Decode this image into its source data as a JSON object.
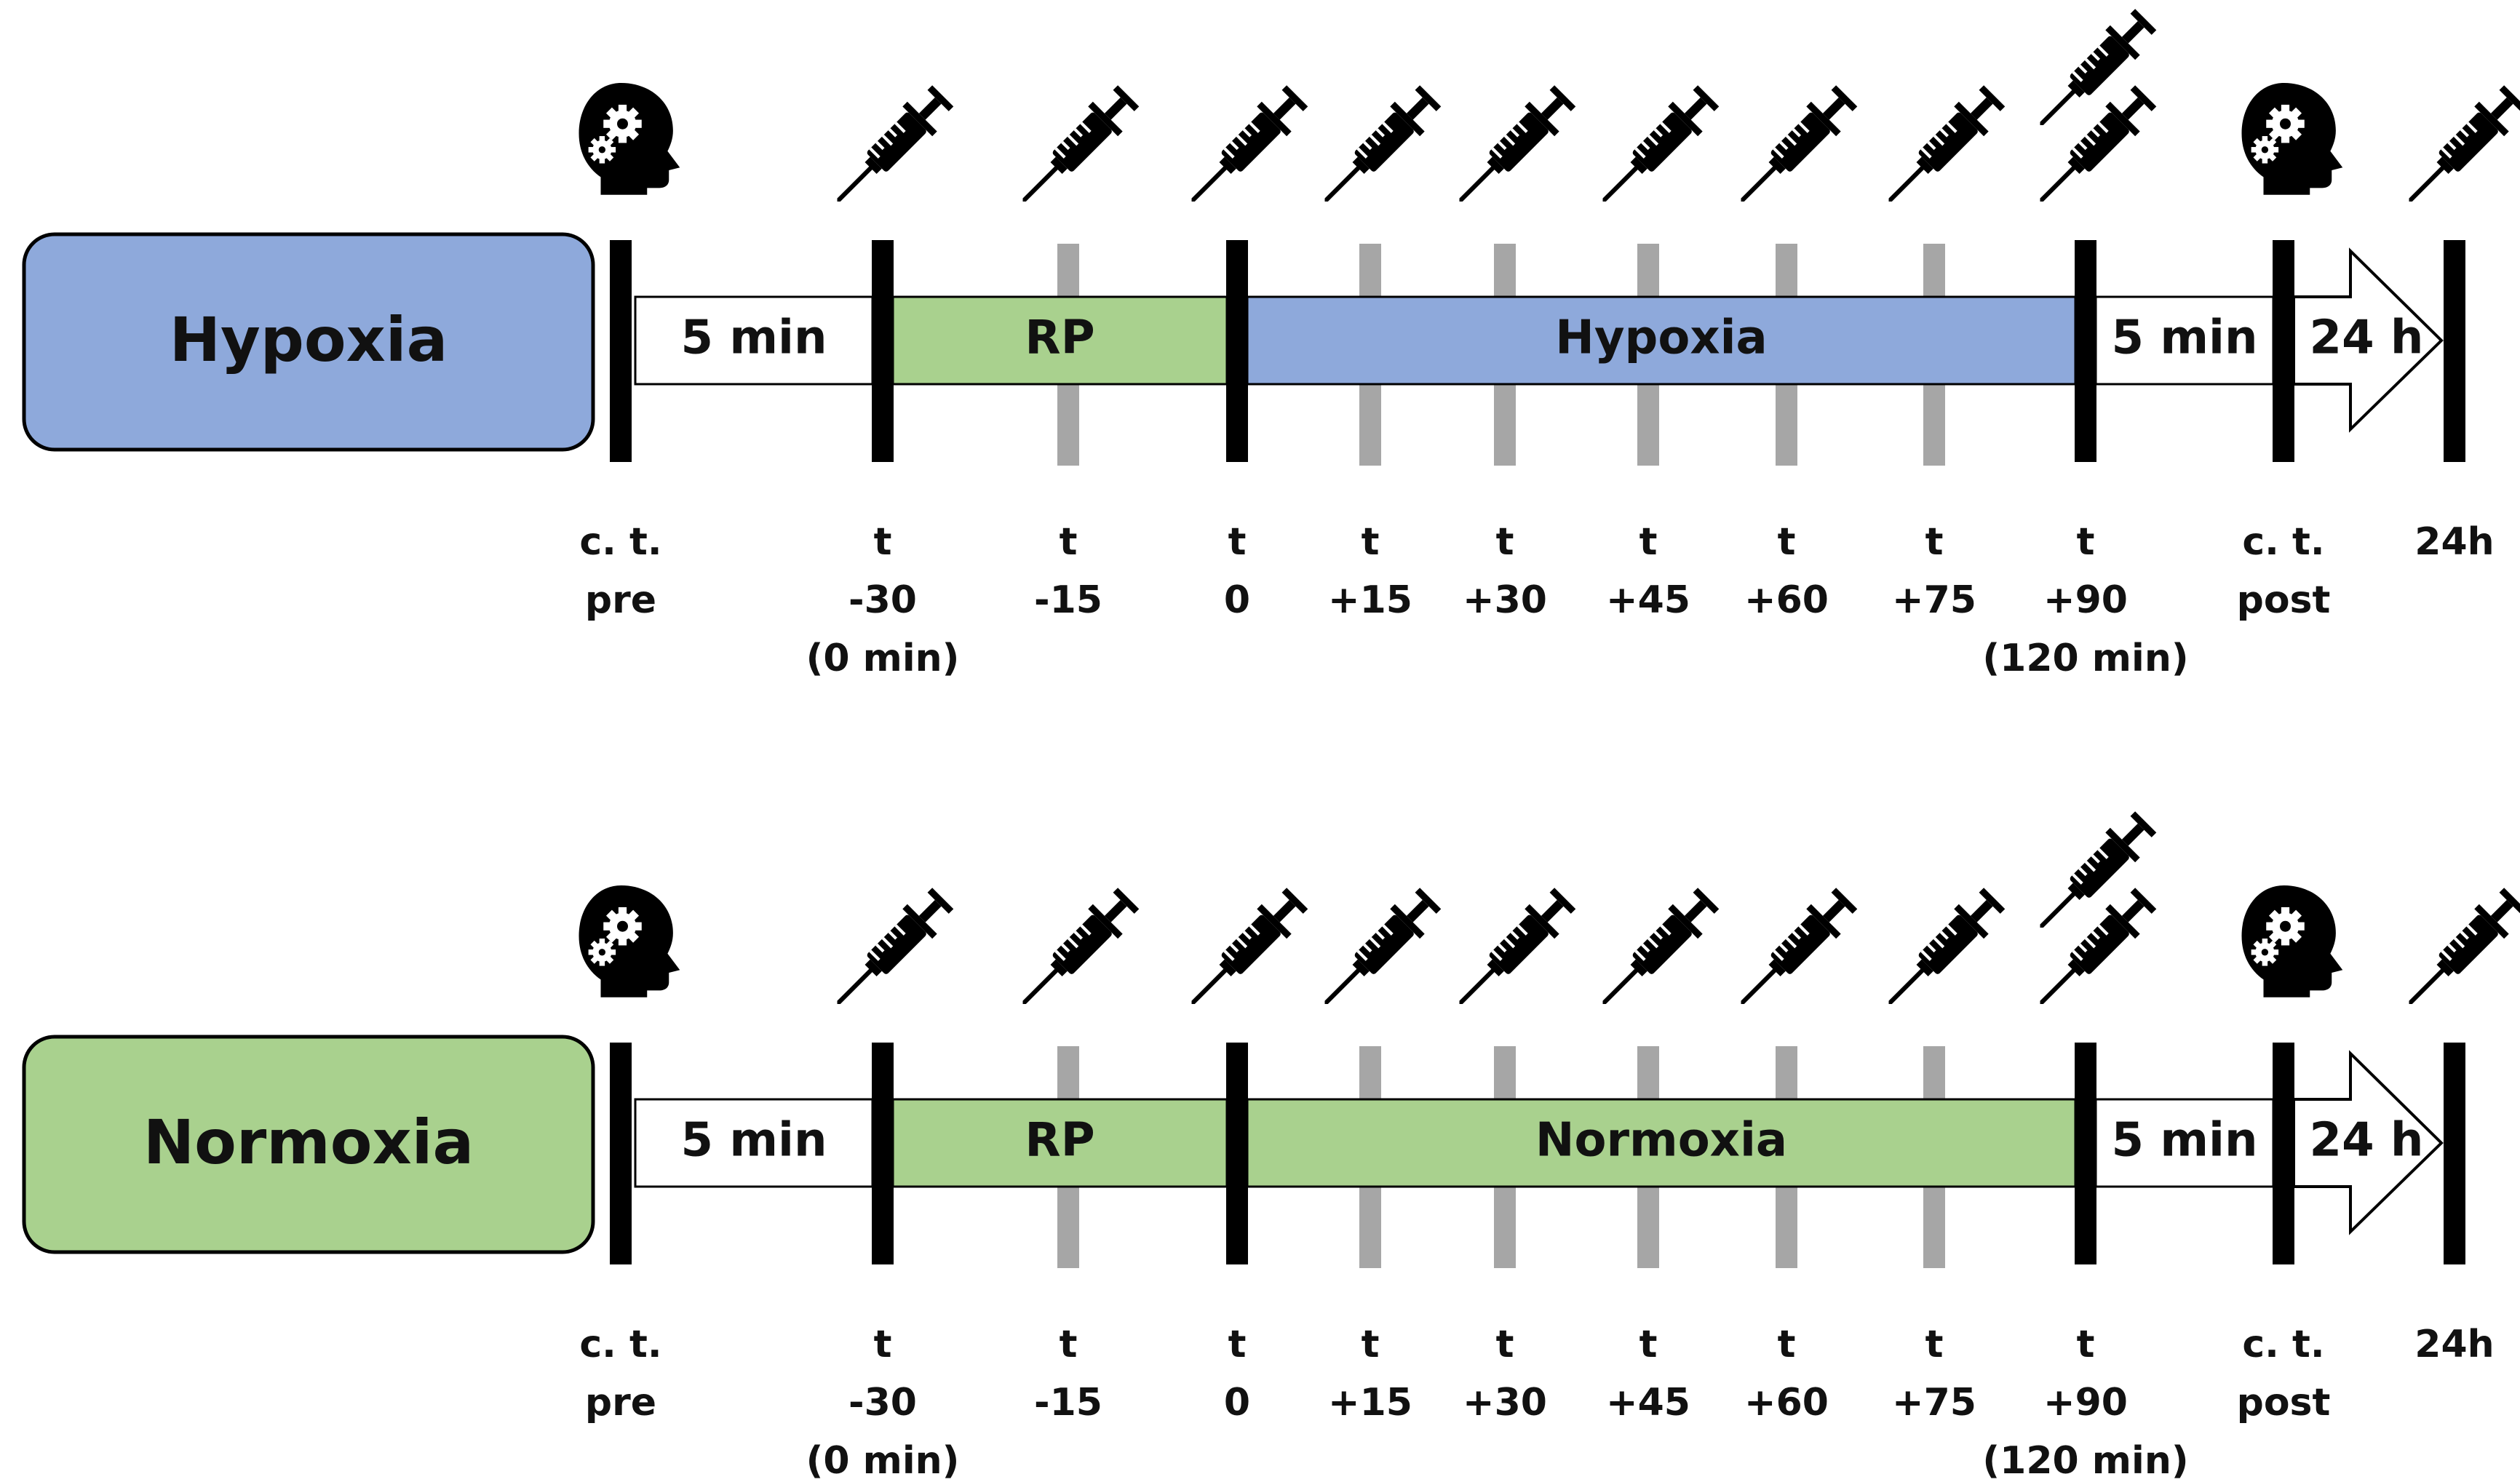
{
  "colors": {
    "hypoxia_fill": "#8EA9DB",
    "normoxia_fill": "#A9D18E",
    "rp_fill": "#A9D18E",
    "white_fill": "#FFFFFF",
    "marker_black": "#000000",
    "marker_grey": "#A6A6A6",
    "icon_color": "#000000",
    "text_color": "#111111"
  },
  "icons": {
    "cognitive_test": "head-with-gears-icon",
    "blood_sample": "syringe-icon"
  },
  "protocols": [
    {
      "id": "hypoxia",
      "label": "Hypoxia",
      "condition_color": "#8EA9DB",
      "segments": {
        "pre": "5 min",
        "rp": "RP",
        "main": "Hypoxia",
        "post": "5 min",
        "followup": "24 h"
      },
      "timepoints": [
        {
          "key": "ct-pre",
          "lines": [
            "c. t.",
            "pre"
          ],
          "icon": "head-with-gears-icon",
          "icon_count": 1,
          "marker": "black"
        },
        {
          "key": "t-minus-30",
          "lines": [
            "t",
            "-30",
            "(0 min)"
          ],
          "icon": "syringe-icon",
          "icon_count": 1,
          "marker": "black"
        },
        {
          "key": "t-minus-15",
          "lines": [
            "t",
            "-15"
          ],
          "icon": "syringe-icon",
          "icon_count": 1,
          "marker": "grey"
        },
        {
          "key": "t-0",
          "lines": [
            "t",
            "0"
          ],
          "icon": "syringe-icon",
          "icon_count": 1,
          "marker": "black"
        },
        {
          "key": "t-plus-15",
          "lines": [
            "t",
            "+15"
          ],
          "icon": "syringe-icon",
          "icon_count": 1,
          "marker": "grey"
        },
        {
          "key": "t-plus-30",
          "lines": [
            "t",
            "+30"
          ],
          "icon": "syringe-icon",
          "icon_count": 1,
          "marker": "grey"
        },
        {
          "key": "t-plus-45",
          "lines": [
            "t",
            "+45"
          ],
          "icon": "syringe-icon",
          "icon_count": 1,
          "marker": "grey"
        },
        {
          "key": "t-plus-60",
          "lines": [
            "t",
            "+60"
          ],
          "icon": "syringe-icon",
          "icon_count": 1,
          "marker": "grey"
        },
        {
          "key": "t-plus-75",
          "lines": [
            "t",
            "+75"
          ],
          "icon": "syringe-icon",
          "icon_count": 1,
          "marker": "grey"
        },
        {
          "key": "t-plus-90",
          "lines": [
            "t",
            "+90",
            "(120 min)"
          ],
          "icon": "syringe-icon",
          "icon_count": 2,
          "marker": "black"
        },
        {
          "key": "ct-post",
          "lines": [
            "c. t.",
            "post"
          ],
          "icon": "head-with-gears-icon",
          "icon_count": 1,
          "marker": "black"
        },
        {
          "key": "24h",
          "lines": [
            "24h"
          ],
          "icon": "syringe-icon",
          "icon_count": 1,
          "marker": "black"
        }
      ]
    },
    {
      "id": "normoxia",
      "label": "Normoxia",
      "condition_color": "#A9D18E",
      "segments": {
        "pre": "5 min",
        "rp": "RP",
        "main": "Normoxia",
        "post": "5 min",
        "followup": "24 h"
      },
      "timepoints": [
        {
          "key": "ct-pre",
          "lines": [
            "c. t.",
            "pre"
          ],
          "icon": "head-with-gears-icon",
          "icon_count": 1,
          "marker": "black"
        },
        {
          "key": "t-minus-30",
          "lines": [
            "t",
            "-30",
            "(0 min)"
          ],
          "icon": "syringe-icon",
          "icon_count": 1,
          "marker": "black"
        },
        {
          "key": "t-minus-15",
          "lines": [
            "t",
            "-15"
          ],
          "icon": "syringe-icon",
          "icon_count": 1,
          "marker": "grey"
        },
        {
          "key": "t-0",
          "lines": [
            "t",
            "0"
          ],
          "icon": "syringe-icon",
          "icon_count": 1,
          "marker": "black"
        },
        {
          "key": "t-plus-15",
          "lines": [
            "t",
            "+15"
          ],
          "icon": "syringe-icon",
          "icon_count": 1,
          "marker": "grey"
        },
        {
          "key": "t-plus-30",
          "lines": [
            "t",
            "+30"
          ],
          "icon": "syringe-icon",
          "icon_count": 1,
          "marker": "grey"
        },
        {
          "key": "t-plus-45",
          "lines": [
            "t",
            "+45"
          ],
          "icon": "syringe-icon",
          "icon_count": 1,
          "marker": "grey"
        },
        {
          "key": "t-plus-60",
          "lines": [
            "t",
            "+60"
          ],
          "icon": "syringe-icon",
          "icon_count": 1,
          "marker": "grey"
        },
        {
          "key": "t-plus-75",
          "lines": [
            "t",
            "+75"
          ],
          "icon": "syringe-icon",
          "icon_count": 1,
          "marker": "grey"
        },
        {
          "key": "t-plus-90",
          "lines": [
            "t",
            "+90",
            "(120 min)"
          ],
          "icon": "syringe-icon",
          "icon_count": 2,
          "marker": "black"
        },
        {
          "key": "ct-post",
          "lines": [
            "c. t.",
            "post"
          ],
          "icon": "head-with-gears-icon",
          "icon_count": 1,
          "marker": "black"
        },
        {
          "key": "24h",
          "lines": [
            "24h"
          ],
          "icon": "syringe-icon",
          "icon_count": 1,
          "marker": "black"
        }
      ]
    }
  ]
}
